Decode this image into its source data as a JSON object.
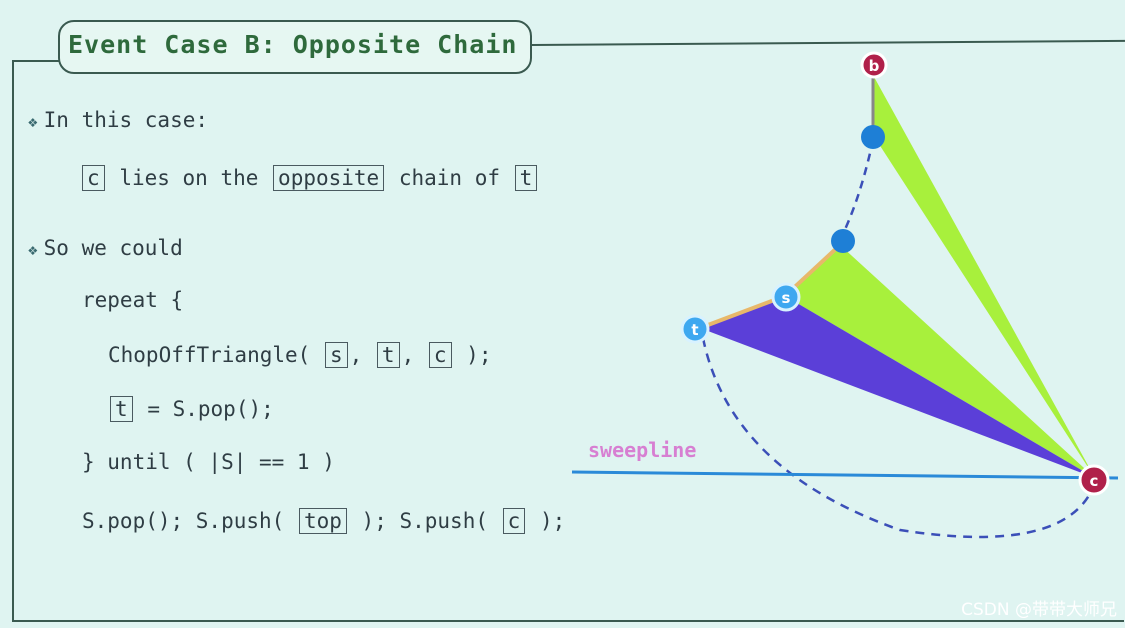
{
  "title": "Event Case B: Opposite Chain",
  "bullets": {
    "first": "In this case:",
    "second": "So we could"
  },
  "case_line": {
    "box_c": "c",
    "text1": "lies on the",
    "box_opposite": "opposite",
    "text2": "chain of",
    "box_t": "t"
  },
  "code": {
    "repeat": "repeat {",
    "chop_fn": "ChopOffTriangle(",
    "chop_s": "s",
    "chop_t": "t",
    "chop_c": "c",
    "chop_end": ");",
    "assign_t": "t",
    "assign_rest": "= S.pop();",
    "until": "} until ( |S| == 1 )",
    "final_a": "S.pop(); S.push(",
    "final_top": "top",
    "final_b": "); S.push(",
    "final_c": "c",
    "final_end": ");"
  },
  "figure": {
    "labels": {
      "b": "b",
      "s": "s",
      "t": "t",
      "c": "c"
    },
    "sweepline": "sweepline",
    "colors": {
      "green": "#a8f03c",
      "purple": "#5b3fd8",
      "node_blue": "#1e7fd6",
      "node_red": "#b0204a",
      "sweep": "#2a8ad8",
      "dash": "#3b4fb8",
      "chain_edge": "#e8b86a"
    }
  },
  "watermark": "CSDN @带带大师兄"
}
